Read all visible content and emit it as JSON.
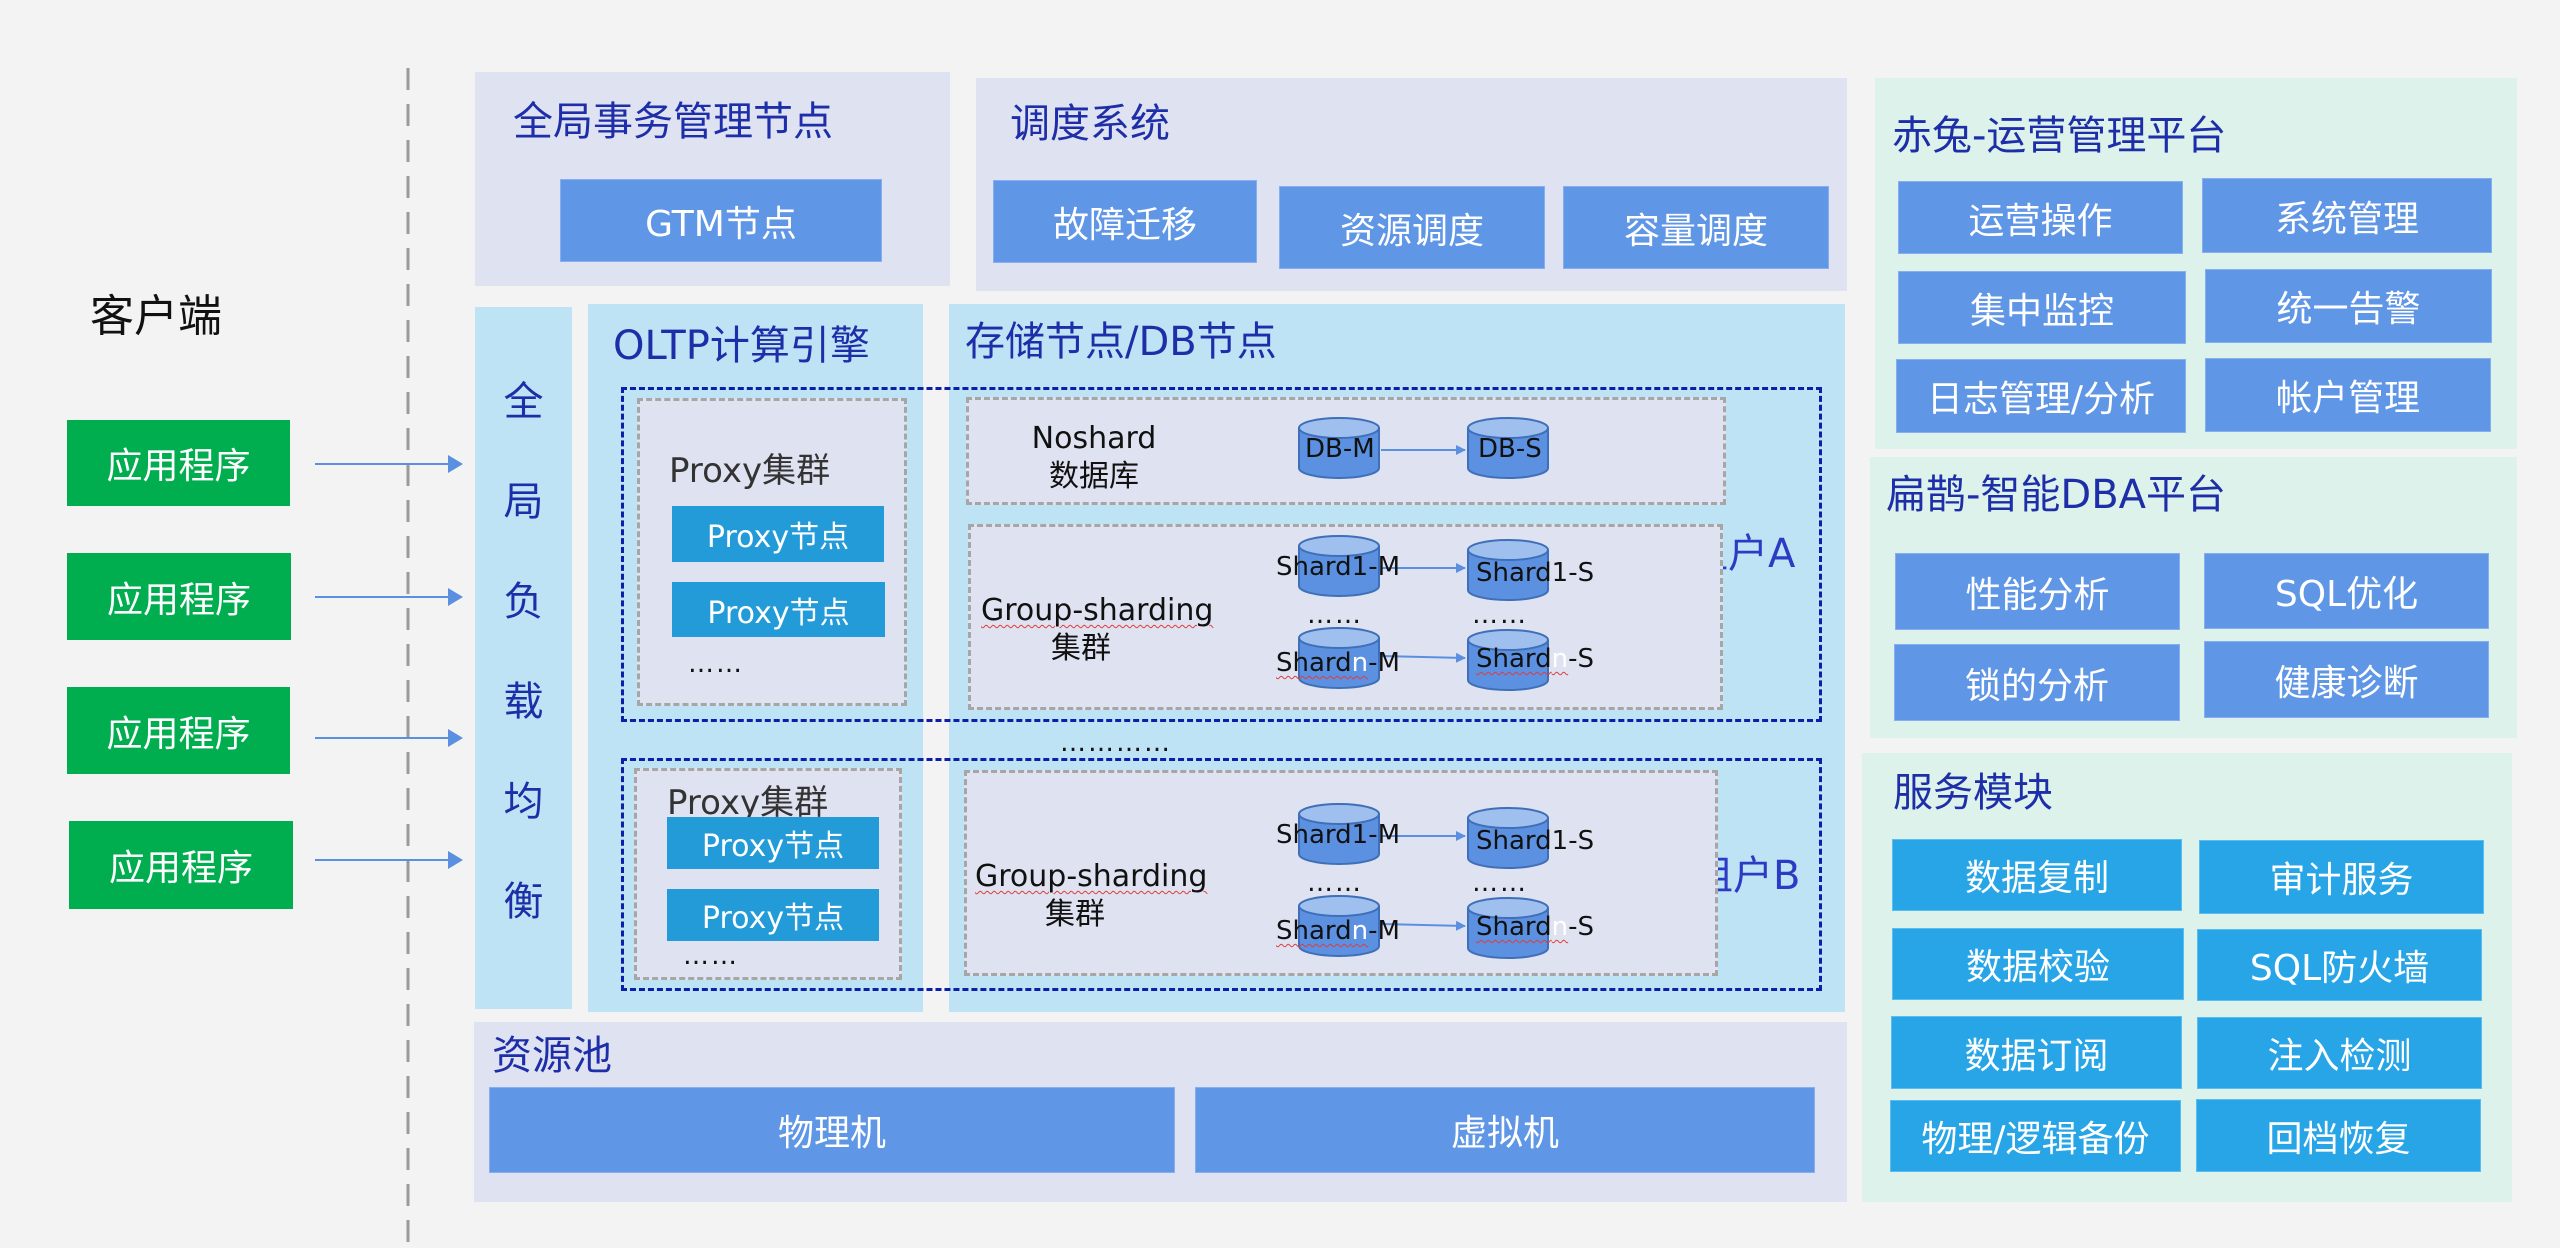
{
  "client": {
    "title": "客户端",
    "apps": [
      "应用程序",
      "应用程序",
      "应用程序",
      "应用程序"
    ]
  },
  "gtm": {
    "title": "全局事务管理节点",
    "node": "GTM节点"
  },
  "scheduler": {
    "title": "调度系统",
    "items": [
      "故障迁移",
      "资源调度",
      "容量调度"
    ]
  },
  "load_balancer": {
    "chars": [
      "全",
      "局",
      "负",
      "载",
      "均",
      "衡"
    ]
  },
  "oltp": {
    "title": "OLTP计算引擎"
  },
  "storage": {
    "title": "存储节点/DB节点"
  },
  "tenant_a": {
    "label": "租户A",
    "proxy_cluster": {
      "title": "Proxy集群",
      "nodes": [
        "Proxy节点",
        "Proxy节点"
      ],
      "more": "……"
    },
    "noshard": {
      "title_line1": "Noshard",
      "title_line2": "数据库",
      "master": "DB-M",
      "slave": "DB-S"
    },
    "group_sharding": {
      "title_line1": "Group-sharding",
      "title_line2": "集群",
      "shard1_master": "Shard1-M",
      "shard1_slave": "Shard1-S",
      "shardn_master_prefix": "Shard",
      "shardn_master_n": "n",
      "shardn_master_suffix": "-M",
      "shardn_slave_prefix": "Shard",
      "shardn_slave_n": "n",
      "shardn_slave_suffix": "-S",
      "more": "……"
    }
  },
  "tenant_separator": "…………",
  "tenant_b": {
    "label": "租户B",
    "proxy_cluster": {
      "title": "Proxy集群",
      "nodes": [
        "Proxy节点",
        "Proxy节点"
      ],
      "more": "……"
    },
    "group_sharding": {
      "title_line1": "Group-sharding",
      "title_line2": "集群",
      "shard1_master": "Shard1-M",
      "shard1_slave": "Shard1-S",
      "shardn_master_prefix": "Shard",
      "shardn_master_n": "n",
      "shardn_master_suffix": "-M",
      "shardn_slave_prefix": "Shard",
      "shardn_slave_n": "n",
      "shardn_slave_suffix": "-S",
      "more": "……"
    }
  },
  "resource_pool": {
    "title": "资源池",
    "items": [
      "物理机",
      "虚拟机"
    ]
  },
  "chitu": {
    "title": "赤兔-运营管理平台",
    "items": [
      "运营操作",
      "系统管理",
      "集中监控",
      "统一告警",
      "日志管理/分析",
      "帐户管理"
    ]
  },
  "bianque": {
    "title": "扁鹊-智能DBA平台",
    "items": [
      "性能分析",
      "SQL优化",
      "锁的分析",
      "健康诊断"
    ]
  },
  "services": {
    "title": "服务模块",
    "items": [
      "数据复制",
      "审计服务",
      "数据校验",
      "SQL防火墙",
      "数据订阅",
      "注入检测",
      "物理/逻辑备份",
      "回档恢复"
    ]
  },
  "colors": {
    "background": "#f3f3f3",
    "app_green": "#00ad4f",
    "node_blue": "#6096e6",
    "service_cyan": "#28a5e6",
    "proxy_blue": "#239bd8",
    "title_navy": "#1d2ea8",
    "panel_lavender": "#dfe3f1",
    "panel_sky": "#bde3f5",
    "panel_mint": "#dcf2ea",
    "arrow_blue": "#5b8fe0"
  }
}
